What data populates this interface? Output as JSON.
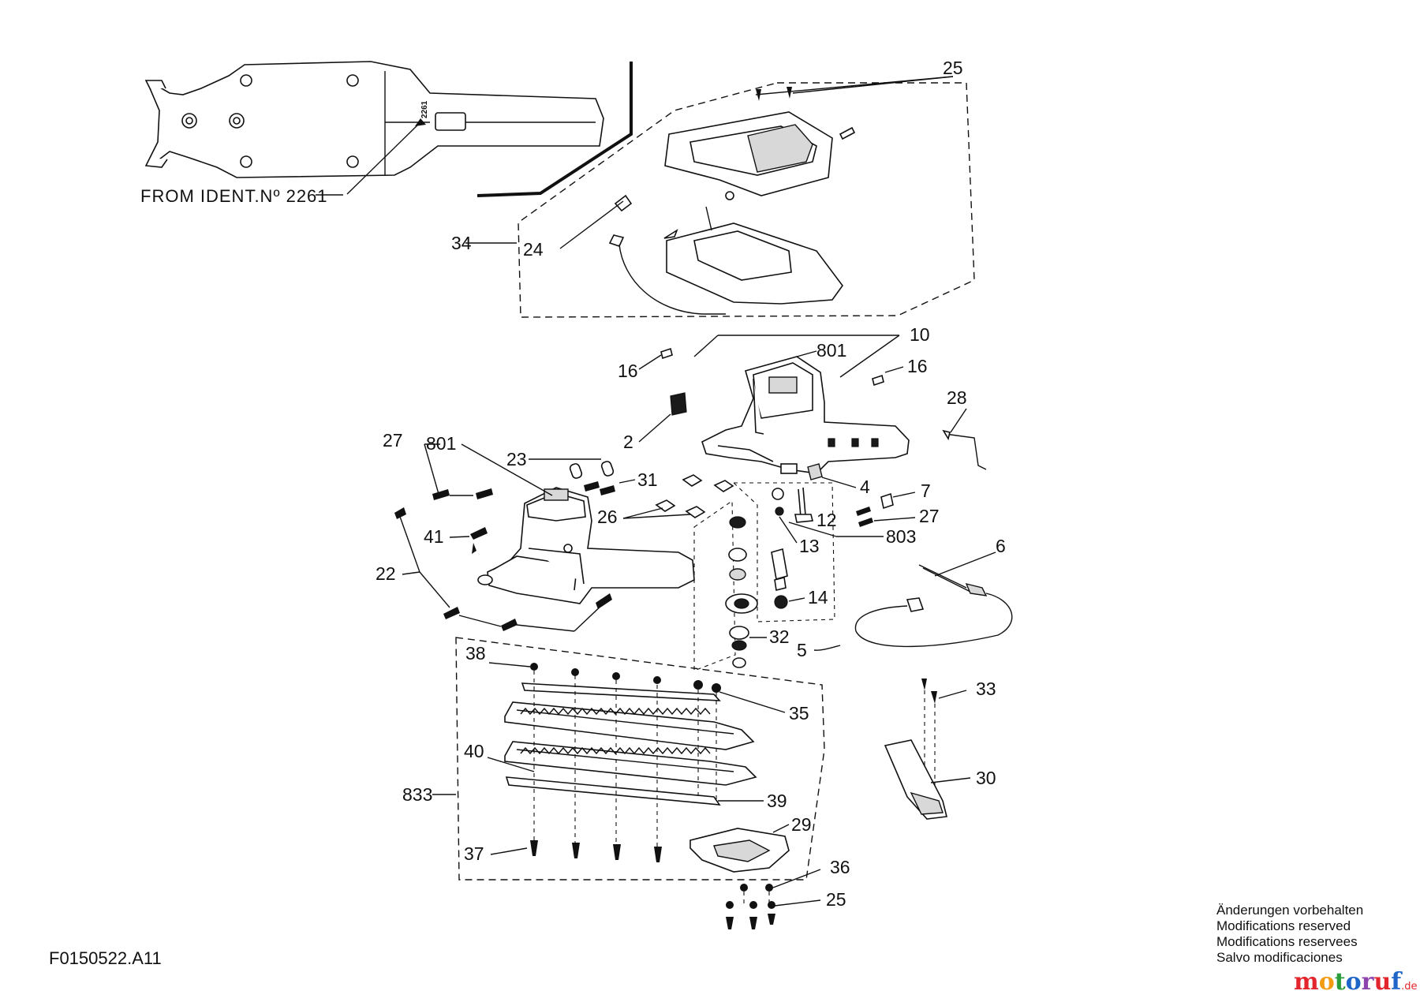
{
  "ident_note": "FROM  IDENT.Nº 2261",
  "ident_stamp": "2261",
  "drawing_code": "F0150522.A11",
  "disclaimer": [
    "Änderungen vorbehalten",
    "Modifications reserved",
    "Modifications reservees",
    "Salvo modificaciones"
  ],
  "brand": {
    "text": "motoruf",
    "suffix": ".de",
    "colors": [
      "#e3262d",
      "#f39c12",
      "#2a9d3a",
      "#1e66c8",
      "#8e44ad",
      "#e3262d",
      "#1e66c8"
    ]
  },
  "part_labels": [
    "25",
    "34",
    "24",
    "801",
    "10",
    "16",
    "16",
    "28",
    "2",
    "27",
    "801",
    "23",
    "31",
    "4",
    "7",
    "26",
    "12",
    "27",
    "803",
    "13",
    "41",
    "6",
    "22",
    "14",
    "32",
    "5",
    "38",
    "33",
    "35",
    "40",
    "30",
    "833",
    "39",
    "29",
    "37",
    "36",
    "25"
  ]
}
